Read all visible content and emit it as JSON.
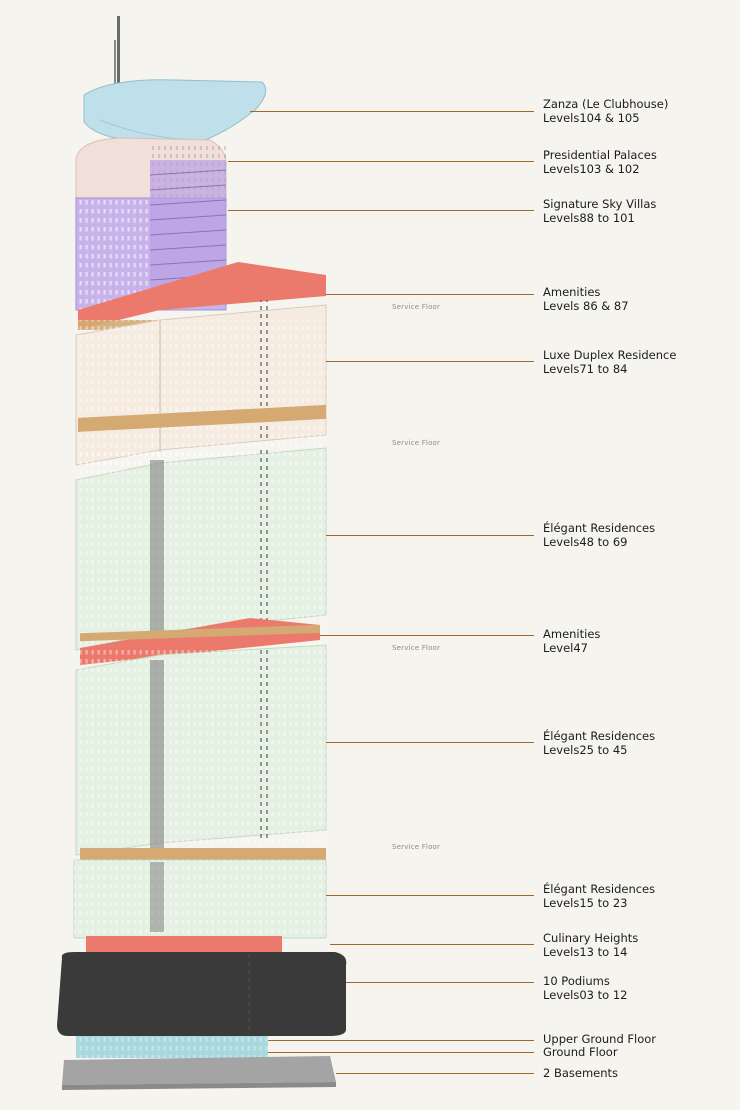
{
  "labels": [
    {
      "id": "zanza",
      "title": "Zanza  (Le Clubhouse)",
      "levels": "Levels104 & 105"
    },
    {
      "id": "presidential",
      "title": "Presidential Palaces",
      "levels": "Levels103 & 102"
    },
    {
      "id": "sky-villas",
      "title": "Signature Sky Villas",
      "levels": "Levels88 to 101"
    },
    {
      "id": "amenities-upper",
      "title": "Amenities",
      "levels": "Levels 86 & 87"
    },
    {
      "id": "luxe-duplex",
      "title": "Luxe Duplex Residence",
      "levels": "Levels71 to 84"
    },
    {
      "id": "elegant-upper",
      "title": "Élégant Residences",
      "levels": "Levels48 to 69"
    },
    {
      "id": "amenities-mid",
      "title": "Amenities",
      "levels": "Level47"
    },
    {
      "id": "elegant-mid",
      "title": "Élégant Residences",
      "levels": "Levels25 to 45"
    },
    {
      "id": "elegant-lower",
      "title": "Élégant Residences",
      "levels": "Levels15 to 23"
    },
    {
      "id": "culinary",
      "title": "Culinary Heights",
      "levels": "Levels13 to 14"
    },
    {
      "id": "podiums",
      "title": "10 Podiums",
      "levels": "Levels03 to 12"
    },
    {
      "id": "upper-ground",
      "title": "Upper Ground Floor",
      "levels": ""
    },
    {
      "id": "ground",
      "title": "Ground Floor",
      "levels": ""
    },
    {
      "id": "basements",
      "title": "2 Basements",
      "levels": ""
    }
  ],
  "service_floor_label": "Service Floor",
  "colors": {
    "clubhouse": "#bfe0ea",
    "presidential": "#f1dfd9",
    "sky_villas": "#c8b2ea",
    "amenities": "#ec7a6c",
    "service": "#d4aa72",
    "duplex": "#f6ebe1",
    "elegant": "#e4f1e2",
    "podium": "#3a3a3a",
    "ground": "#a8d8de",
    "basement": "#a4a4a4",
    "leader": "#a0682c",
    "background": "#f5f4ef"
  }
}
